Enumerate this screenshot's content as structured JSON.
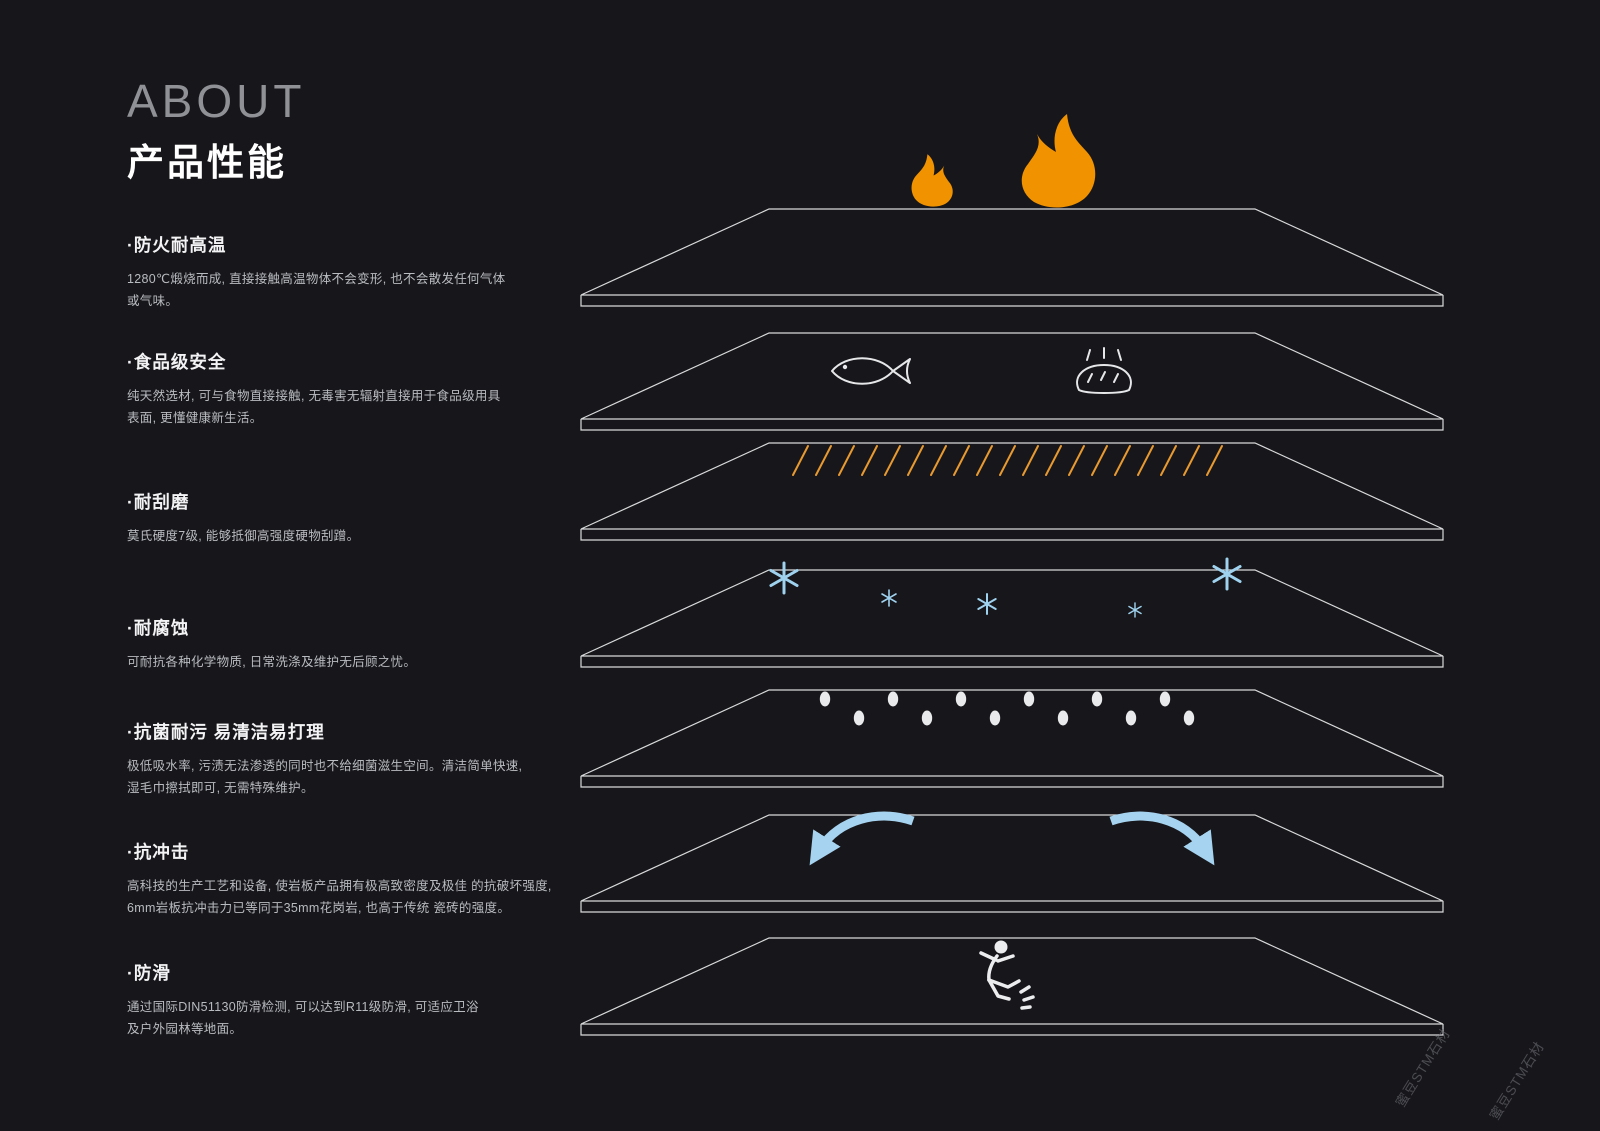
{
  "header": {
    "about": "ABOUT",
    "title": "产品性能"
  },
  "features": [
    {
      "title": "·防火耐高温",
      "desc": "1280℃煅烧而成, 直接接触高温物体不会变形, 也不会散发任何气体\n或气味。",
      "icon": "flame-icon"
    },
    {
      "title": "·食品级安全",
      "desc": "纯天然选材, 可与食物直接接触, 无毒害无辐射直接用于食品级用具\n表面, 更懂健康新生活。",
      "icon": "fish-bread-icon"
    },
    {
      "title": "·耐刮磨",
      "desc": "莫氏硬度7级, 能够抵御高强度硬物刮蹭。",
      "icon": "scratches-icon"
    },
    {
      "title": "·耐腐蚀",
      "desc": "可耐抗各种化学物质, 日常洗涤及维护无后顾之忧。",
      "icon": "snowflakes-icon"
    },
    {
      "title": "·抗菌耐污 易清洁易打理",
      "desc": "极低吸水率, 污渍无法渗透的同时也不给细菌滋生空间。清洁简单快速,\n湿毛巾擦拭即可, 无需特殊维护。",
      "icon": "droplets-icon"
    },
    {
      "title": "·抗冲击",
      "desc": "高科技的生产工艺和设备, 使岩板产品拥有极高致密度及极佳 的抗破坏强度,\n6mm岩板抗冲击力已等同于35mm花岗岩, 也高于传统 瓷砖的强度。",
      "icon": "impact-arrows-icon"
    },
    {
      "title": "·防滑",
      "desc": "通过国际DIN51130防滑检测, 可以达到R11级防滑, 可适应卫浴\n及户外园林等地面。",
      "icon": "slipping-person-icon"
    }
  ],
  "watermark": {
    "text": "蜜豆STM石材"
  },
  "colors": {
    "background": "#17171B",
    "slab_line": "#D8D9DA",
    "flame_orange": "#F19201",
    "scratch_orange": "#E8992F",
    "ice_blue": "#9FD2EF",
    "arrow_blue": "#A6D3F0"
  }
}
